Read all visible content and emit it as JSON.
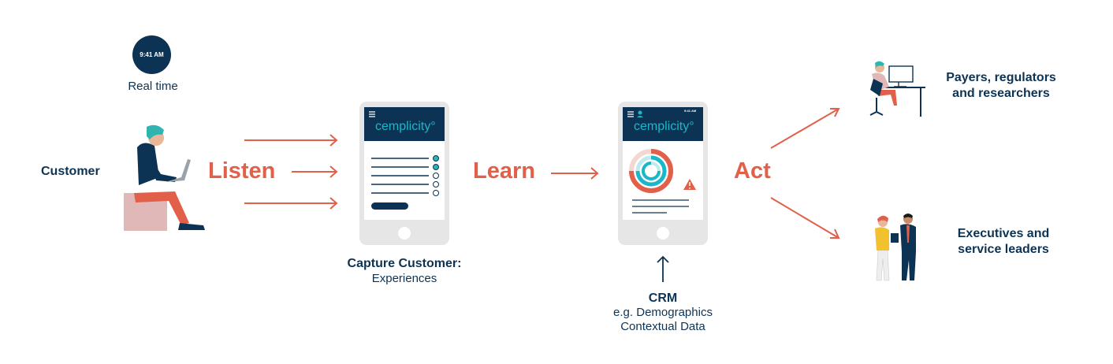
{
  "clock": {
    "time": "9:41 AM",
    "label": "Real time"
  },
  "customer": {
    "label": "Customer"
  },
  "stages": {
    "listen": "Listen",
    "learn": "Learn",
    "act": "Act"
  },
  "phone1": {
    "brand": "cemplicity°"
  },
  "phone2": {
    "brand": "cemplicity°",
    "status_time": "9:41 AM"
  },
  "capture": {
    "title": "Capture Customer:",
    "subtitle": "Experiences"
  },
  "crm": {
    "title": "CRM",
    "line1": "e.g. Demographics",
    "line2": "Contextual Data"
  },
  "outputs": {
    "payers_line1": "Payers, regulators",
    "payers_line2": "and researchers",
    "exec_line1": "Executives and",
    "exec_line2": "service leaders"
  },
  "colors": {
    "navy": "#0d3354",
    "coral": "#e2604a",
    "teal": "#19b7c9",
    "phone_frame": "#e6e6e6",
    "seat": "#e0b8b8"
  }
}
